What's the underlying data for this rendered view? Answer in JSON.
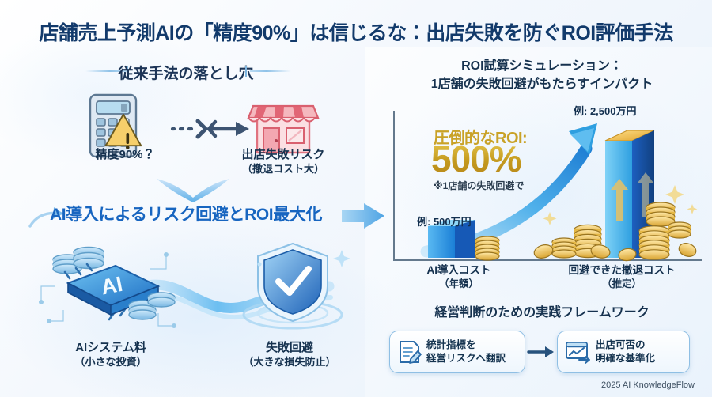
{
  "title": "店舗売上予測AIの「精度90%」は信じるな：出店失敗を防ぐROI評価手法",
  "left": {
    "section_heading": "従来手法の落とし穴",
    "pitfall_from": {
      "line1": "精度90%？",
      "icon": "calculator-warning-icon"
    },
    "pitfall_to": {
      "line1": "出店失敗リスク",
      "line2": "（撤退コスト大）",
      "icon": "storefront-icon"
    },
    "flow_arrow_icon": "dotted-arrow-icon",
    "down_arrow_icon": "chevron-down-icon",
    "claim": "AI導入によるリスク回避とROI最大化",
    "cost_item": {
      "line1": "AIシステム料",
      "line2": "（小さな投資）",
      "icon": "ai-chip-coins-icon"
    },
    "benefit_item": {
      "line1": "失敗回避",
      "line2": "（大きな損失防止）",
      "icon": "shield-check-icon"
    }
  },
  "right": {
    "panel_heading_line1": "ROI試算シミュレーション：",
    "panel_heading_line2": "1店舗の失敗回避がもたらすインパクト",
    "roi_kicker": "圧倒的なROI:",
    "roi_value": "500%",
    "roi_note": "※1店舗の失敗回避で",
    "small_bar_tag": "例: 500万円",
    "tall_bar_tag": "例: 2,500万円",
    "cat1_line1": "AI導入コスト",
    "cat1_line2": "（年額）",
    "cat2_line1": "回避できた撤退コスト",
    "cat2_line2": "（推定）",
    "growth_arrow_icon": "growth-arrow-icon"
  },
  "framework": {
    "heading": "経営判断のための実践フレームワーク",
    "step1_line1": "統計指標を",
    "step1_line2": "経営リスクへ翻訳",
    "step1_icon": "document-pencil-icon",
    "step2_line1": "出店可否の",
    "step2_line2": "明確な基準化",
    "step2_icon": "chart-window-icon",
    "arrow_icon": "arrow-right-icon"
  },
  "footer": "2025 AI KnowledgeFlow",
  "colors": {
    "title": "#123a6b",
    "accent_blue": "#1765c0",
    "gold": "#c9a227",
    "risk_pink": "#e8737f",
    "bar_light": "#4db4ee",
    "bar_dark": "#1a53b8"
  },
  "chart_data": {
    "type": "bar",
    "title": "ROI試算シミュレーション：1店舗の失敗回避がもたらすインパクト",
    "categories": [
      "AI導入コスト（年額）",
      "回避できた撤退コスト（推定）"
    ],
    "values": [
      500,
      2500
    ],
    "value_labels": [
      "例: 500万円",
      "例: 2,500万円"
    ],
    "unit": "万円",
    "xlabel": "",
    "ylabel": "",
    "ylim": [
      0,
      2800
    ],
    "grid": false,
    "legend": false,
    "annotations": [
      "圧倒的なROI: 500%",
      "※1店舗の失敗回避で"
    ]
  }
}
